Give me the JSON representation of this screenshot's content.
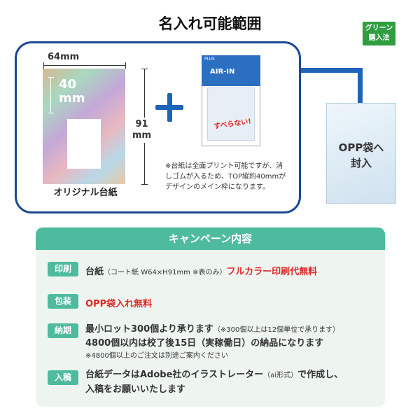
{
  "title": "名入れ可能範囲",
  "badge": {
    "line1": "グリーン",
    "line2": "購入法"
  },
  "diagram": {
    "width_label": "64mm",
    "inner_label_1": "40",
    "inner_label_2": "mm",
    "height_label_1": "91",
    "height_label_2": "mm",
    "card_label": "オリジナル台紙",
    "product": {
      "brand": "PLUS",
      "name": "AIR-IN",
      "tagline": "すべらない!"
    },
    "note_lines": [
      "※台紙は全面プリント可能ですが、消",
      "しゴムが入るため、TOP縦約40mmが",
      "デザインのメイン枠になります。"
    ],
    "bag_line1": "OPP袋へ",
    "bag_line2": "封入"
  },
  "campaign": {
    "header": "キャンペーン内容",
    "rows": [
      {
        "label": "印刷",
        "text_main": "台紙",
        "text_small": "（コート紙 W64×H91mm ※表のみ）",
        "text_red": "フルカラー印刷代無料"
      },
      {
        "label": "包装",
        "text_red": "OPP袋入れ無料"
      },
      {
        "label": "納期",
        "line1_main": "最小ロット300個より承ります",
        "line1_small": "（※300個以上は12個単位で承ります）",
        "line2": "4800個以内は校了後15日（実稼働日）の納品になります",
        "line3": "※4800個以上のご注文は別途ご案内ください"
      },
      {
        "label": "入稿",
        "line1_a": "台紙データはAdobe社のイラストレーター",
        "line1_small": "（ai形式）",
        "line1_b": "で作成し、",
        "line2": "入稿をお願いいたします"
      }
    ]
  }
}
